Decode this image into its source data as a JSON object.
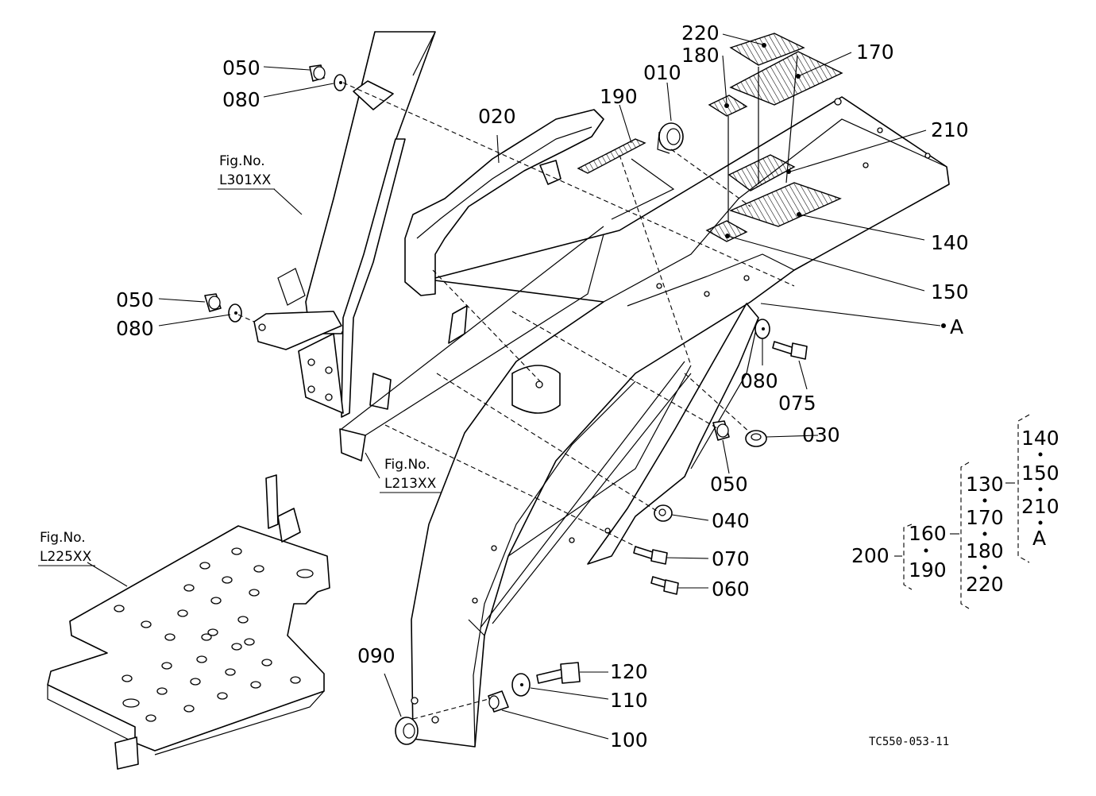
{
  "diagram": {
    "drawing_code": "TC550-053-11",
    "figure_refs": [
      {
        "id": "L301XX",
        "line1": "Fig.No.",
        "line2": "L301XX"
      },
      {
        "id": "L213XX",
        "line1": "Fig.No.",
        "line2": "L213XX"
      },
      {
        "id": "L225XX",
        "line1": "Fig.No.",
        "line2": "L225XX"
      }
    ],
    "callouts": {
      "p220": "220",
      "p180": "180",
      "p170": "170",
      "p010": "010",
      "p190": "190",
      "p020": "020",
      "p050a": "050",
      "p080a": "080",
      "p210": "210",
      "p140": "140",
      "p150": "150",
      "pA": "A",
      "p050b": "050",
      "p080b": "080",
      "p080c": "080",
      "p075": "075",
      "p030": "030",
      "p050c": "050",
      "p040": "040",
      "p070": "070",
      "p060": "060",
      "p090": "090",
      "p120": "120",
      "p110": "110",
      "p100": "100"
    },
    "assembly_tree": {
      "root": "200",
      "level1": [
        "160",
        "190"
      ],
      "level2": [
        "130",
        "170",
        "180",
        "220"
      ],
      "level3": [
        "140",
        "150",
        "210",
        "A"
      ]
    }
  }
}
